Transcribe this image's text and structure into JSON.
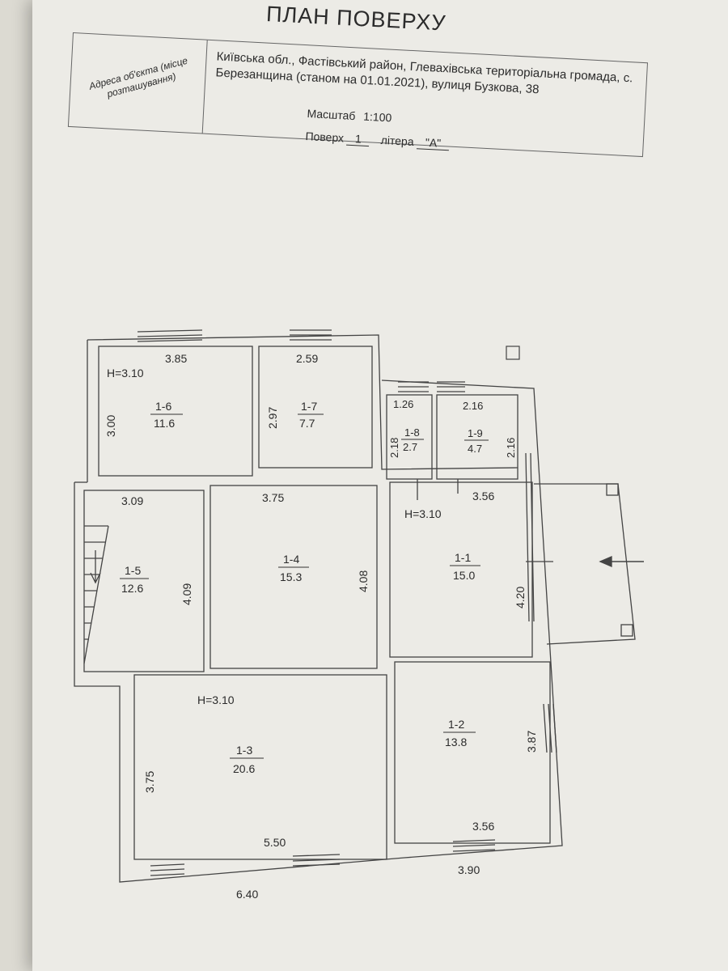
{
  "document": {
    "title": "ПЛАН ПОВЕРХУ",
    "address_label": "Адреса об'єкта (місце розташування)",
    "address_text": "Київська обл., Фастівський район, Глевахівська територіальна громада, с. Березанщина (станом на 01.01.2021), вулиця Бузкова, 38",
    "scale_label": "Масштаб",
    "scale_value": "1:100",
    "floor_label": "Поверх",
    "floor_value": "1",
    "letter_label": "літера",
    "letter_value": "\"А\""
  },
  "plan": {
    "rooms": [
      {
        "id": "1-6",
        "area": "11.6"
      },
      {
        "id": "1-7",
        "area": "7.7"
      },
      {
        "id": "1-8",
        "area": "2.7"
      },
      {
        "id": "1-9",
        "area": "4.7"
      },
      {
        "id": "1-5",
        "area": "12.6"
      },
      {
        "id": "1-4",
        "area": "15.3"
      },
      {
        "id": "1-1",
        "area": "15.0"
      },
      {
        "id": "1-3",
        "area": "20.6"
      },
      {
        "id": "1-2",
        "area": "13.8"
      }
    ],
    "heights": [
      "H=3.10",
      "H=3.10",
      "H=3.10"
    ],
    "dimensions": {
      "r16_w": "3.85",
      "r16_h": "3.00",
      "r17_w": "2.59",
      "r17_h": "2.97",
      "r18_w": "1.26",
      "r18_h": "2.18",
      "r19_w": "2.16",
      "r19_h": "2.16",
      "r15_w": "3.09",
      "r15_h": "4.09",
      "r14_w": "3.75",
      "r14_h": "4.08",
      "r11_w": "3.56",
      "r11_h": "4.20",
      "r13_h": "3.75",
      "r13_w": "5.50",
      "r12_h": "3.87",
      "r12_w": "3.56",
      "total_left": "6.40",
      "total_right": "3.90"
    }
  }
}
